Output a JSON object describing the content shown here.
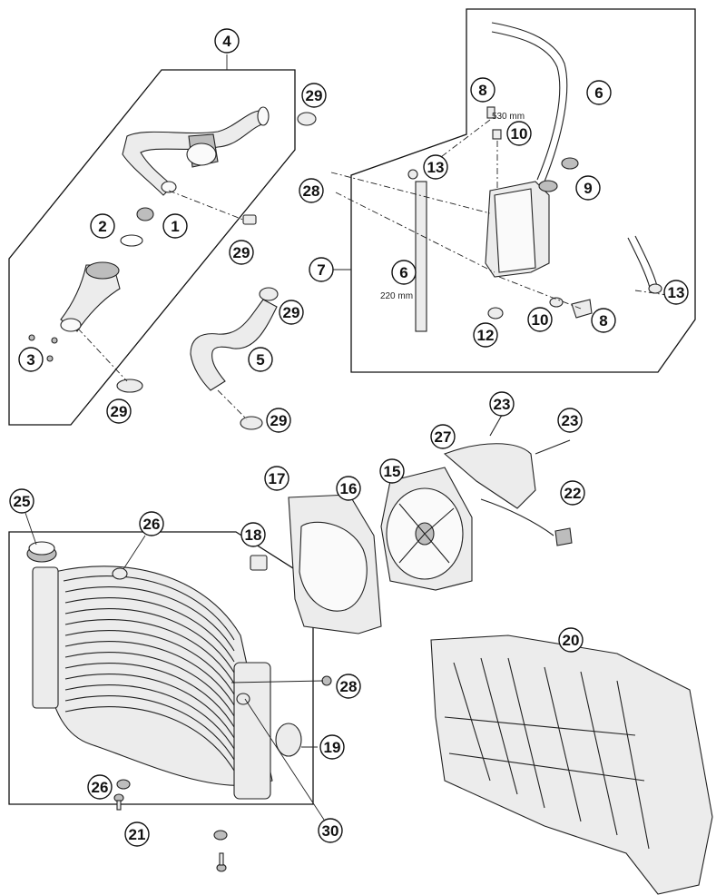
{
  "callouts": {
    "c1": "1",
    "c2": "2",
    "c3": "3",
    "c4": "4",
    "c5": "5",
    "c6a": "6",
    "c6b": "6",
    "c7": "7",
    "c8a": "8",
    "c8b": "8",
    "c9": "9",
    "c10a": "10",
    "c10b": "10",
    "c12": "12",
    "c13a": "13",
    "c13b": "13",
    "c15": "15",
    "c16": "16",
    "c17": "17",
    "c18": "18",
    "c19": "19",
    "c20": "20",
    "c21": "21",
    "c22": "22",
    "c23a": "23",
    "c23b": "23",
    "c25": "25",
    "c26a": "26",
    "c26b": "26",
    "c27": "27",
    "c28a": "28",
    "c28b": "28",
    "c29a": "29",
    "c29b": "29",
    "c29c": "29",
    "c29d": "29",
    "c29e": "29",
    "c30": "30"
  },
  "dimensions": {
    "hose_6_upper": "530 mm",
    "hose_6_lower": "220 mm"
  }
}
